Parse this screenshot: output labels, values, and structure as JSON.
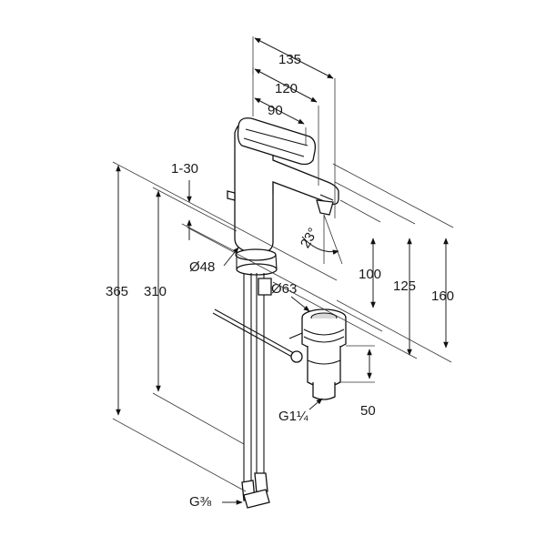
{
  "dimensions": {
    "d135": "135",
    "d120": "120",
    "d90": "90",
    "d1_30": "1-30",
    "d365": "365",
    "d310": "310",
    "dia48": "Ø48",
    "dia63": "Ø63",
    "angle23": "23°",
    "d100": "100",
    "d125": "125",
    "d160": "160",
    "d50": "50",
    "thread_g1_1_4": "G1¼",
    "thread_g3_8": "G⅜"
  }
}
